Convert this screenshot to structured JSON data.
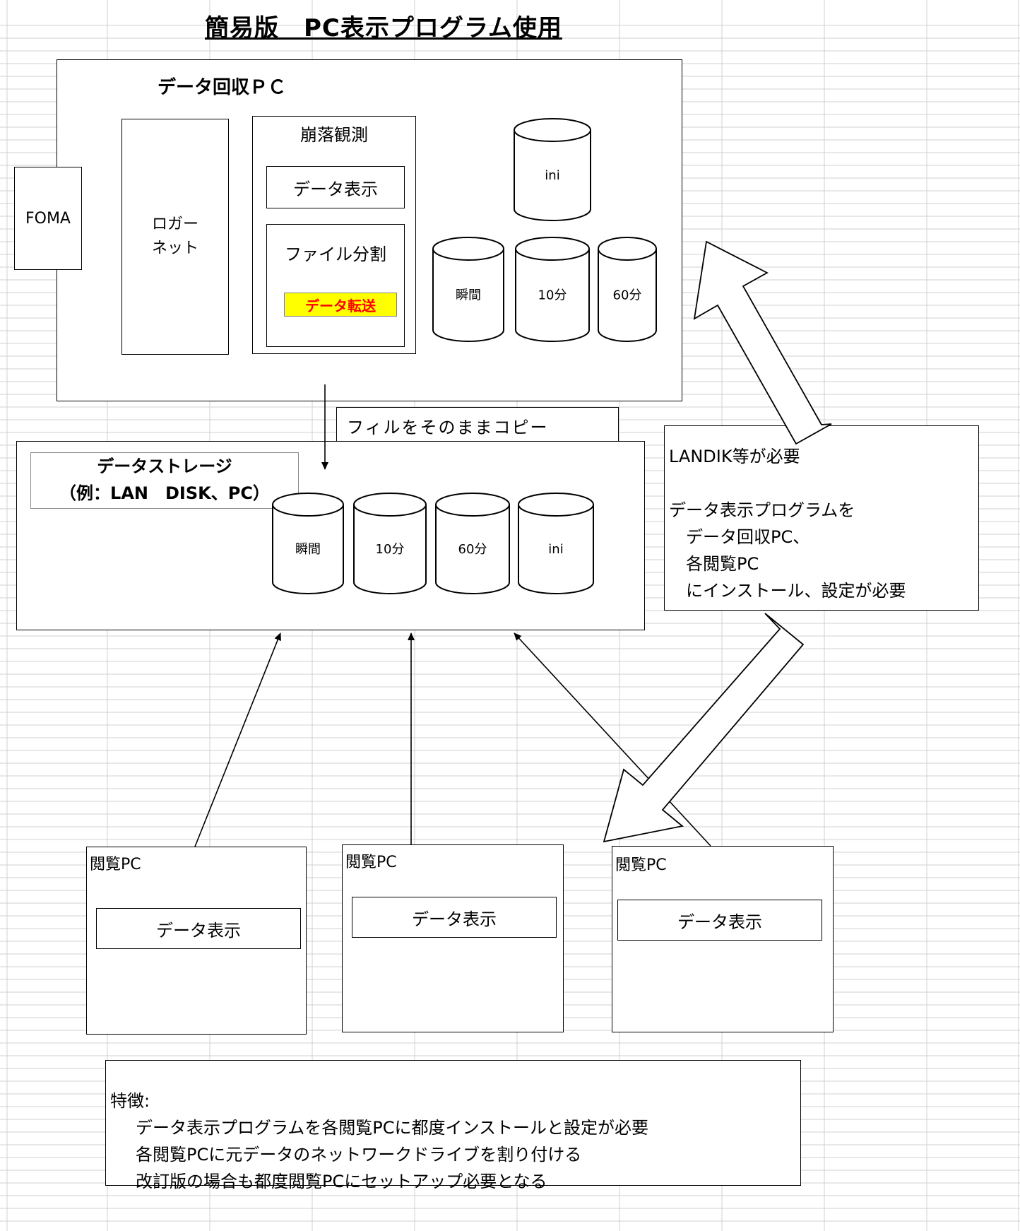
{
  "title": "簡易版　PC表示プログラム使用",
  "collector_pc": {
    "title": "データ回収ＰＣ",
    "foma": "FOMA",
    "logger": [
      "ロガー",
      "ネット"
    ],
    "collapse_group": {
      "title": "崩落観測",
      "display": "データ表示",
      "file_split": "ファイル分割",
      "transfer": "データ転送"
    },
    "databases": [
      "ini",
      "瞬間",
      "10分",
      "60分"
    ]
  },
  "copy_label": "フィルをそのままコピー",
  "storage": {
    "title_line1": "データストレージ",
    "title_line2": "（例：LAN　DISK、PC）",
    "databases": [
      "瞬間",
      "10分",
      "60分",
      "ini"
    ]
  },
  "requirement_note": {
    "lines": [
      "LANDIK等が必要",
      "",
      "データ表示プログラムを",
      "　データ回収PC、",
      "　各閲覧PC",
      "　にインストール、設定が必要"
    ]
  },
  "viewer_pcs": [
    {
      "title": "閲覧PC",
      "display": "データ表示"
    },
    {
      "title": "閲覧PC",
      "display": "データ表示"
    },
    {
      "title": "閲覧PC",
      "display": "データ表示"
    }
  ],
  "features": {
    "title": "特徴:",
    "lines": [
      "データ表示プログラムを各閲覧PCに都度インストールと設定が必要",
      "各閲覧PCに元データのネットワークドライブを割り付ける",
      "改訂版の場合も都度閲覧PCにセットアップ必要となる"
    ]
  }
}
